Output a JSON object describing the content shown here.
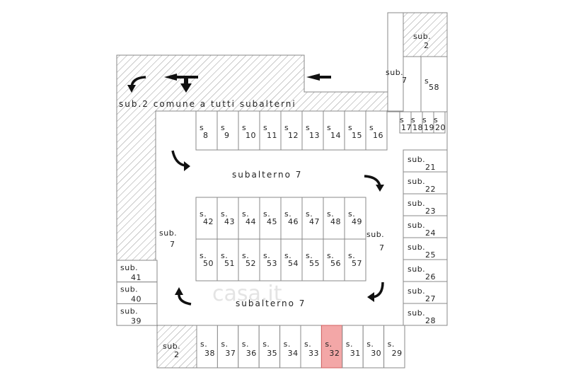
{
  "labels": {
    "common_area": "sub.2 comune a tutti subalterni",
    "aisle_top": "subalterno 7",
    "aisle_bottom": "subalterno 7",
    "sub_left_prefix": "sub.",
    "sub_left_num": "7",
    "sub_right_prefix": "sub.",
    "sub_right_num": "7",
    "sub_top_prefix": "sub.",
    "sub_top_num": "7",
    "sub2_top_prefix": "sub.",
    "sub2_top_num": "2",
    "sub2_bottom_prefix": "sub.",
    "sub2_bottom_num": "2",
    "s58_prefix": "s",
    "s58_num": "58"
  },
  "rows": {
    "top": {
      "prefix": "s",
      "nums": [
        "8",
        "9",
        "10",
        "11",
        "12",
        "13",
        "14",
        "15",
        "16"
      ]
    },
    "small": {
      "prefix": "s",
      "nums": [
        "17",
        "18",
        "19",
        "20"
      ]
    },
    "mid1": {
      "prefix": "s.",
      "nums": [
        "42",
        "43",
        "44",
        "45",
        "46",
        "47",
        "48",
        "49"
      ]
    },
    "mid2": {
      "prefix": "s.",
      "nums": [
        "50",
        "51",
        "52",
        "53",
        "54",
        "55",
        "56",
        "57"
      ]
    },
    "bottom": {
      "prefix": "s.",
      "nums": [
        "38",
        "37",
        "36",
        "35",
        "34",
        "33",
        "32",
        "31",
        "30",
        "29"
      ]
    },
    "right": {
      "prefix": "sub.",
      "nums": [
        "21",
        "22",
        "23",
        "24",
        "25",
        "26",
        "27",
        "28"
      ]
    },
    "left": {
      "prefix": "sub.",
      "nums": [
        "41",
        "40",
        "39"
      ]
    }
  },
  "highlight": "32",
  "highlight_color": "#f3a7a7",
  "watermark": "casa.it"
}
